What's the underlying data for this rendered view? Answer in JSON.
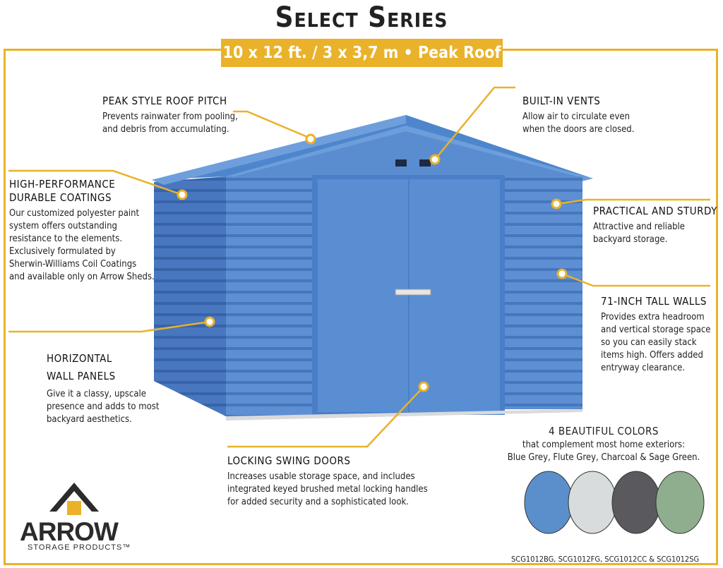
{
  "title": "Select Series",
  "banner": "10 x 12 ft. / 3 x 3,7 m • Peak Roof",
  "callouts": {
    "roof": {
      "heading": "Peak Style Roof Pitch",
      "body1": "Prevents rainwater from pooling,",
      "body2": "and debris from accumulating."
    },
    "vents": {
      "heading": "Built-In Vents",
      "body1": "Allow air to circulate even",
      "body2": "when the doors are closed."
    },
    "coatings": {
      "heading1": "High-Performance",
      "heading2": "Durable Coatings",
      "lines": [
        "Our customized polyester paint",
        "system offers outstanding",
        "resistance to the elements.",
        "Exclusively formulated by",
        "Sherwin-Williams Coil Coatings",
        "and available only on Arrow Sheds."
      ]
    },
    "practical": {
      "heading": "Practical and Sturdy",
      "body1": "Attractive and reliable",
      "body2": "backyard storage."
    },
    "walls": {
      "heading": "71-Inch Tall Walls",
      "lines": [
        "Provides extra headroom",
        "and vertical storage space",
        "so you can easily stack",
        "items high. Offers added",
        "entryway clearance."
      ]
    },
    "panels": {
      "heading1": "Horizontal",
      "heading2": "Wall Panels",
      "lines": [
        "Give it a classy, upscale",
        "presence and adds to most",
        "backyard aesthetics."
      ]
    },
    "doors": {
      "heading": "Locking Swing Doors",
      "lines": [
        "Increases usable storage space, and includes",
        "integrated keyed brushed metal locking handles",
        "for added security and a sophisticated look."
      ]
    }
  },
  "colors_section": {
    "heading": "4 Beautiful Colors",
    "line1": "that complement most home exteriors:",
    "line2": "Blue Grey, Flute Grey, Charcoal & Sage Green.",
    "swatches": [
      {
        "name": "Blue Grey",
        "color": "#5b8fcc"
      },
      {
        "name": "Flute Grey",
        "color": "#d9dcdc"
      },
      {
        "name": "Charcoal",
        "color": "#5a5a5e"
      },
      {
        "name": "Sage Green",
        "color": "#8fae8e"
      }
    ]
  },
  "models": "SCG1012BG, SCG1012FG, SCG1012CC & SCG1012SG",
  "logo": {
    "name": "ARROW",
    "sub": "STORAGE PRODUCTS™"
  },
  "accent_color": "#e9b22a"
}
